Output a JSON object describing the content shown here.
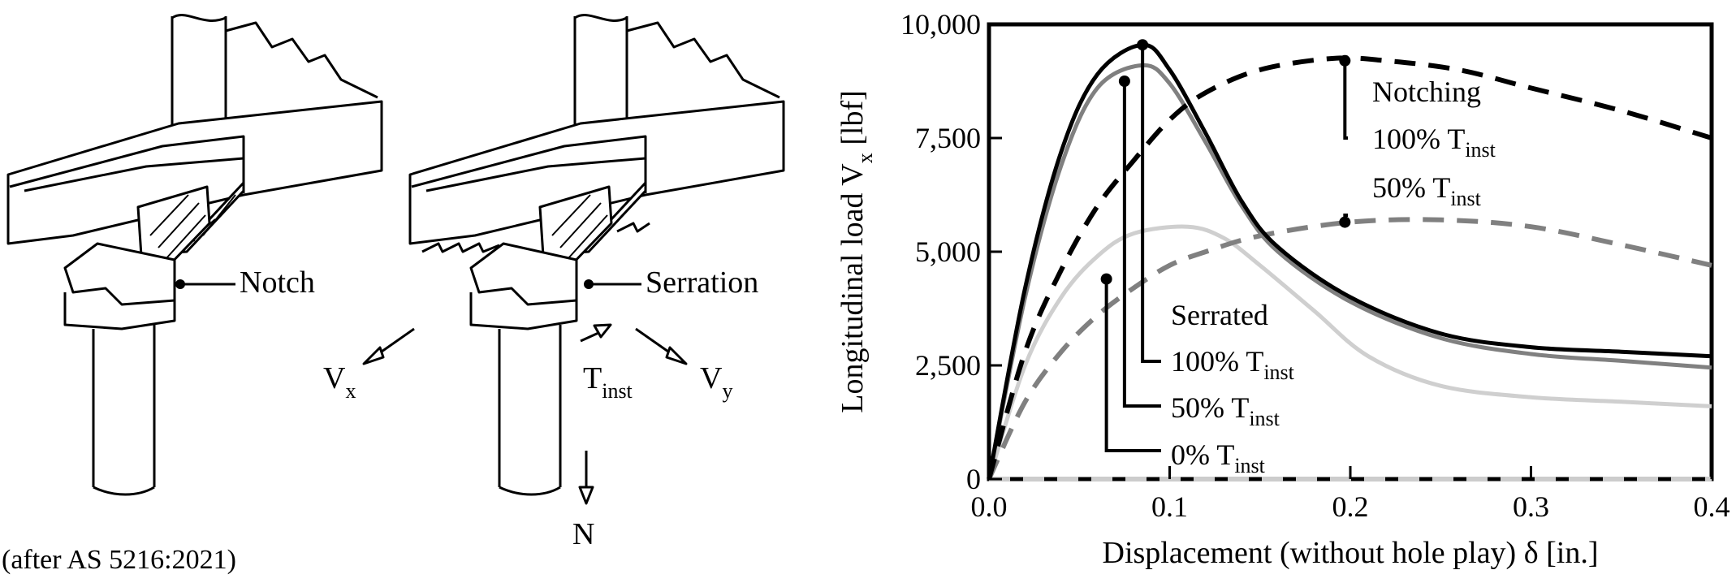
{
  "left_panel": {
    "notch_label": "Notch",
    "serration_label": "Serration",
    "vx_label": "V",
    "vx_sub": "x",
    "vy_label": "V",
    "vy_sub": "y",
    "tinst_label": "T",
    "tinst_sub": "inst",
    "n_label": "N",
    "source_note": "(after AS 5216:2021)"
  },
  "chart_data": {
    "type": "line",
    "xlabel": "Displacement (without hole play) δ [in.]",
    "ylabel_main": "Longitudinal load V",
    "ylabel_sub": "x",
    "ylabel_unit": " [lbf]",
    "xlim": [
      0,
      0.4
    ],
    "ylim": [
      0,
      10000
    ],
    "x_ticks": [
      0.0,
      0.1,
      0.2,
      0.3,
      0.4
    ],
    "x_tick_labels": [
      "0.0",
      "0.1",
      "0.2",
      "0.3",
      "0.4"
    ],
    "y_ticks": [
      0,
      2500,
      5000,
      7500,
      10000
    ],
    "y_tick_labels": [
      "0",
      "2,500",
      "5,000",
      "7,500",
      "10,000"
    ],
    "grid": false,
    "series": [
      {
        "group": "Serrated",
        "torque": "100% T",
        "color": "#000000",
        "dashed": false,
        "points": [
          [
            0,
            0
          ],
          [
            0.02,
            4200
          ],
          [
            0.04,
            7200
          ],
          [
            0.06,
            8900
          ],
          [
            0.085,
            9550
          ],
          [
            0.1,
            9000
          ],
          [
            0.12,
            7600
          ],
          [
            0.14,
            6100
          ],
          [
            0.16,
            5100
          ],
          [
            0.2,
            4000
          ],
          [
            0.25,
            3200
          ],
          [
            0.3,
            2900
          ],
          [
            0.35,
            2800
          ],
          [
            0.4,
            2700
          ]
        ]
      },
      {
        "group": "Serrated",
        "torque": "50% T",
        "color": "#808080",
        "dashed": false,
        "points": [
          [
            0,
            0
          ],
          [
            0.02,
            4000
          ],
          [
            0.04,
            6900
          ],
          [
            0.06,
            8600
          ],
          [
            0.085,
            9100
          ],
          [
            0.1,
            8700
          ],
          [
            0.12,
            7400
          ],
          [
            0.14,
            6000
          ],
          [
            0.16,
            5000
          ],
          [
            0.2,
            3900
          ],
          [
            0.25,
            3100
          ],
          [
            0.3,
            2750
          ],
          [
            0.35,
            2600
          ],
          [
            0.4,
            2450
          ]
        ]
      },
      {
        "group": "Serrated",
        "torque": "0% T",
        "color": "#cfcfcf",
        "dashed": false,
        "points": [
          [
            0,
            0
          ],
          [
            0.02,
            2500
          ],
          [
            0.04,
            4000
          ],
          [
            0.06,
            4900
          ],
          [
            0.08,
            5400
          ],
          [
            0.11,
            5550
          ],
          [
            0.13,
            5300
          ],
          [
            0.15,
            4700
          ],
          [
            0.18,
            3700
          ],
          [
            0.21,
            2700
          ],
          [
            0.25,
            2050
          ],
          [
            0.3,
            1800
          ],
          [
            0.35,
            1700
          ],
          [
            0.4,
            1600
          ]
        ]
      },
      {
        "group": "Notching",
        "torque": "100% T",
        "color": "#000000",
        "dashed": true,
        "points": [
          [
            0,
            0
          ],
          [
            0.02,
            2800
          ],
          [
            0.04,
            4600
          ],
          [
            0.06,
            6000
          ],
          [
            0.08,
            7000
          ],
          [
            0.1,
            7900
          ],
          [
            0.12,
            8500
          ],
          [
            0.15,
            9000
          ],
          [
            0.19,
            9250
          ],
          [
            0.22,
            9200
          ],
          [
            0.26,
            9000
          ],
          [
            0.3,
            8600
          ],
          [
            0.35,
            8100
          ],
          [
            0.4,
            7500
          ]
        ]
      },
      {
        "group": "Notching",
        "torque": "50% T",
        "color": "#808080",
        "dashed": true,
        "points": [
          [
            0,
            0
          ],
          [
            0.02,
            1700
          ],
          [
            0.04,
            2800
          ],
          [
            0.06,
            3600
          ],
          [
            0.08,
            4200
          ],
          [
            0.1,
            4700
          ],
          [
            0.12,
            5000
          ],
          [
            0.15,
            5350
          ],
          [
            0.2,
            5650
          ],
          [
            0.25,
            5700
          ],
          [
            0.3,
            5550
          ],
          [
            0.35,
            5150
          ],
          [
            0.4,
            4700
          ]
        ]
      },
      {
        "group": "Notching",
        "torque": "0% T",
        "color": "#cccccc",
        "dashed": true,
        "points": [
          [
            0,
            0
          ],
          [
            0.4,
            0
          ]
        ]
      }
    ],
    "annotations": [
      {
        "id": "ann-notching",
        "text": "Notching",
        "point": [
          0.197,
          9200
        ]
      },
      {
        "id": "ann-notching-100",
        "text": "100% T",
        "sub": "inst",
        "point": [
          0.197,
          9200
        ]
      },
      {
        "id": "ann-notching-50",
        "text": "50% T",
        "sub": "inst",
        "point": [
          0.197,
          5650
        ]
      },
      {
        "id": "ann-serrated",
        "text": "Serrated",
        "point": null
      },
      {
        "id": "ann-serrated-100",
        "text": "100% T",
        "sub": "inst",
        "point": [
          0.085,
          9550
        ]
      },
      {
        "id": "ann-serrated-50",
        "text": "50% T",
        "sub": "inst",
        "point": [
          0.075,
          8750
        ]
      },
      {
        "id": "ann-serrated-0",
        "text": "0% T",
        "sub": "inst",
        "point": [
          0.065,
          4400
        ]
      }
    ]
  }
}
